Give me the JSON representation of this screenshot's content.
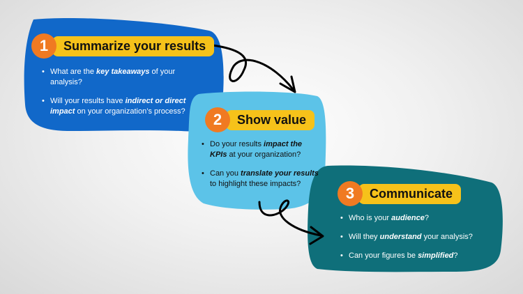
{
  "steps": [
    {
      "number": "1",
      "title": "Summarize your results",
      "bullets": [
        {
          "pre": "What are the ",
          "em": "key takeaways",
          "post": " of your analysis?"
        },
        {
          "pre": "Will your results have ",
          "em": "indirect or direct impact",
          "post": " on your organization’s process?"
        }
      ]
    },
    {
      "number": "2",
      "title": "Show value",
      "bullets": [
        {
          "pre": "Do your results ",
          "em": "impact the KPIs",
          "post": " at your organization?"
        },
        {
          "pre": "Can you ",
          "em": "translate your results",
          "post": " to highlight these impacts?"
        }
      ]
    },
    {
      "number": "3",
      "title": "Communicate",
      "bullets": [
        {
          "pre": "Who is your ",
          "em": "audience",
          "post": "?"
        },
        {
          "pre": "Will they ",
          "em": "understand",
          "post": " your analysis?"
        },
        {
          "pre": "Can your figures be ",
          "em": "simplified",
          "post": "?"
        }
      ]
    }
  ],
  "colors": {
    "step1_bg": "#1168c9",
    "step2_bg": "#5cc3e8",
    "step3_bg": "#0f6f7a",
    "number_bg": "#f07a22",
    "label_bg": "#f6c21a"
  }
}
